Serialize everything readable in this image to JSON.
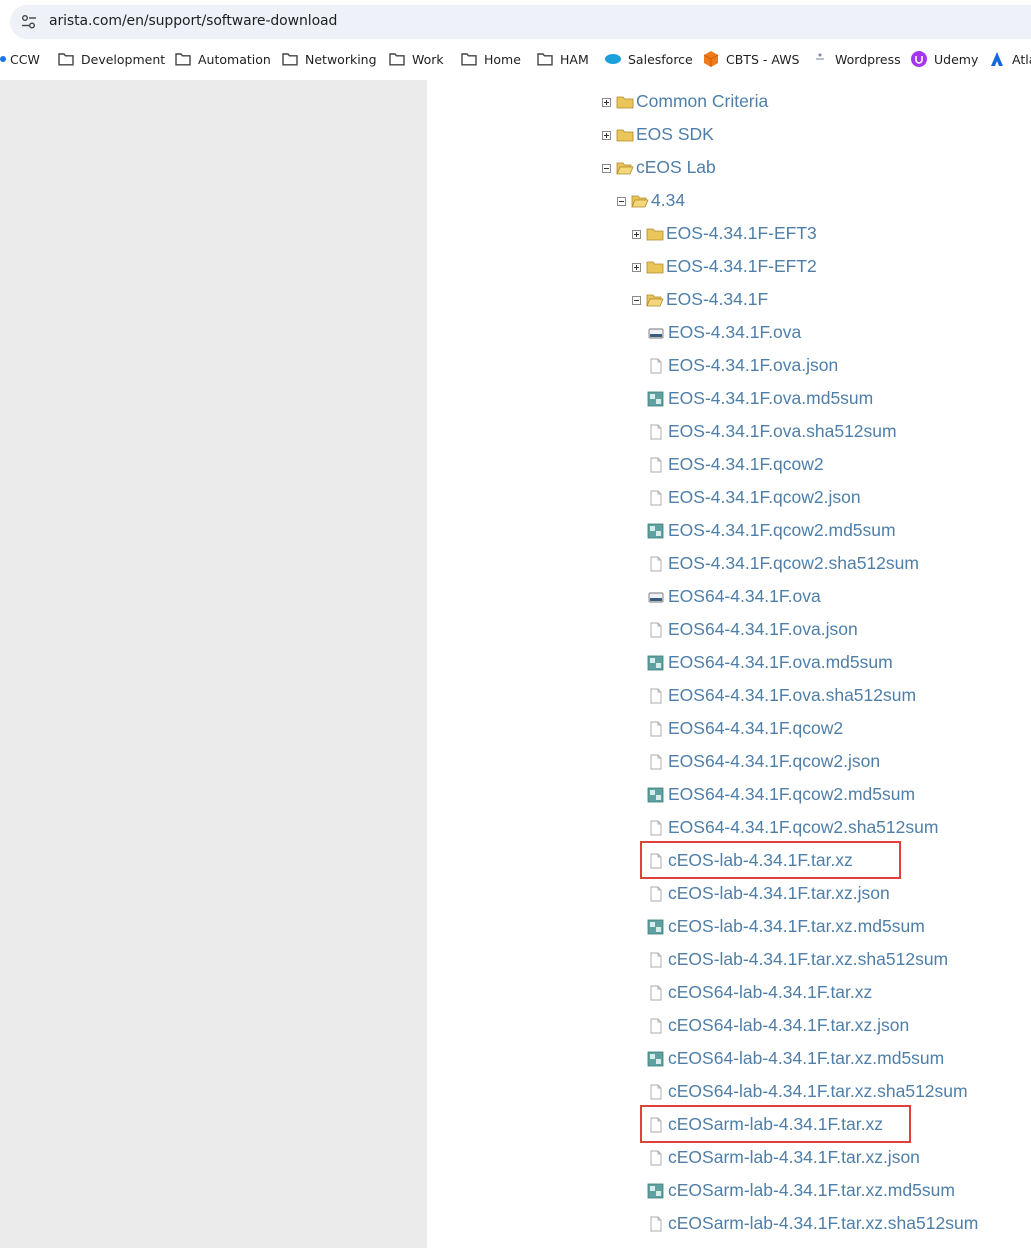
{
  "browser": {
    "url": "arista.com/en/support/software-download",
    "bookmarks": [
      {
        "label": "CCW",
        "icon": "ccw-icon"
      },
      {
        "label": "Development",
        "icon": "folder-icon"
      },
      {
        "label": "Automation",
        "icon": "folder-icon"
      },
      {
        "label": "Networking",
        "icon": "folder-icon"
      },
      {
        "label": "Work",
        "icon": "folder-icon"
      },
      {
        "label": "Home",
        "icon": "folder-icon"
      },
      {
        "label": "HAM",
        "icon": "folder-icon"
      },
      {
        "label": "Salesforce",
        "icon": "salesforce-icon"
      },
      {
        "label": "CBTS - AWS",
        "icon": "aws-cube-icon"
      },
      {
        "label": "Wordpress",
        "icon": "wordpress-icon"
      },
      {
        "label": "Udemy",
        "icon": "udemy-icon"
      },
      {
        "label": "Atla",
        "icon": "atlassian-icon"
      }
    ]
  },
  "tree": {
    "folders": {
      "common_criteria": "Common Criteria",
      "eos_sdk": "EOS SDK",
      "ceos_lab": "cEOS Lab",
      "v434": "4.34",
      "eft3": "EOS-4.34.1F-EFT3",
      "eft2": "EOS-4.34.1F-EFT2",
      "eos_4341f": "EOS-4.34.1F"
    },
    "files": [
      {
        "name": "EOS-4.34.1F.ova",
        "icon": "disk-image-icon"
      },
      {
        "name": "EOS-4.34.1F.ova.json",
        "icon": "document-icon"
      },
      {
        "name": "EOS-4.34.1F.ova.md5sum",
        "icon": "checksum-icon"
      },
      {
        "name": "EOS-4.34.1F.ova.sha512sum",
        "icon": "document-icon"
      },
      {
        "name": "EOS-4.34.1F.qcow2",
        "icon": "document-icon"
      },
      {
        "name": "EOS-4.34.1F.qcow2.json",
        "icon": "document-icon"
      },
      {
        "name": "EOS-4.34.1F.qcow2.md5sum",
        "icon": "checksum-icon"
      },
      {
        "name": "EOS-4.34.1F.qcow2.sha512sum",
        "icon": "document-icon"
      },
      {
        "name": "EOS64-4.34.1F.ova",
        "icon": "disk-image-icon"
      },
      {
        "name": "EOS64-4.34.1F.ova.json",
        "icon": "document-icon"
      },
      {
        "name": "EOS64-4.34.1F.ova.md5sum",
        "icon": "checksum-icon"
      },
      {
        "name": "EOS64-4.34.1F.ova.sha512sum",
        "icon": "document-icon"
      },
      {
        "name": "EOS64-4.34.1F.qcow2",
        "icon": "document-icon"
      },
      {
        "name": "EOS64-4.34.1F.qcow2.json",
        "icon": "document-icon"
      },
      {
        "name": "EOS64-4.34.1F.qcow2.md5sum",
        "icon": "checksum-icon"
      },
      {
        "name": "EOS64-4.34.1F.qcow2.sha512sum",
        "icon": "document-icon"
      },
      {
        "name": "cEOS-lab-4.34.1F.tar.xz",
        "icon": "document-icon",
        "highlighted": true
      },
      {
        "name": "cEOS-lab-4.34.1F.tar.xz.json",
        "icon": "document-icon"
      },
      {
        "name": "cEOS-lab-4.34.1F.tar.xz.md5sum",
        "icon": "checksum-icon"
      },
      {
        "name": "cEOS-lab-4.34.1F.tar.xz.sha512sum",
        "icon": "document-icon"
      },
      {
        "name": "cEOS64-lab-4.34.1F.tar.xz",
        "icon": "document-icon"
      },
      {
        "name": "cEOS64-lab-4.34.1F.tar.xz.json",
        "icon": "document-icon"
      },
      {
        "name": "cEOS64-lab-4.34.1F.tar.xz.md5sum",
        "icon": "checksum-icon"
      },
      {
        "name": "cEOS64-lab-4.34.1F.tar.xz.sha512sum",
        "icon": "document-icon"
      },
      {
        "name": "cEOSarm-lab-4.34.1F.tar.xz",
        "icon": "document-icon",
        "highlighted": true
      },
      {
        "name": "cEOSarm-lab-4.34.1F.tar.xz.json",
        "icon": "document-icon"
      },
      {
        "name": "cEOSarm-lab-4.34.1F.tar.xz.md5sum",
        "icon": "checksum-icon"
      },
      {
        "name": "cEOSarm-lab-4.34.1F.tar.xz.sha512sum",
        "icon": "document-icon"
      }
    ]
  },
  "colors": {
    "link": "#4f7fa8",
    "highlight_border": "#e0413a",
    "left_pane": "#ebebeb"
  }
}
